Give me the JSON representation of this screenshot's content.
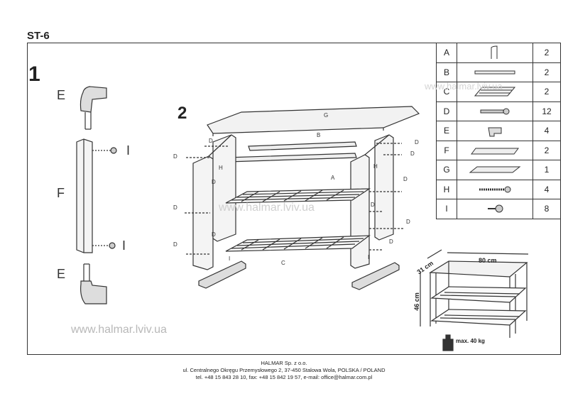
{
  "model": "ST-6",
  "steps": {
    "step1": "1",
    "step2": "2"
  },
  "step1_labels": {
    "e_top": "E",
    "f": "F",
    "e_bottom": "E",
    "i_top": "I",
    "i_bottom": "I"
  },
  "step2_labels": {
    "g": "G",
    "b": "B",
    "a": "A",
    "c": "C",
    "d": "D",
    "h": "H",
    "i": "I"
  },
  "parts": [
    {
      "code": "A",
      "qty": "2",
      "icon": "bracket-icon"
    },
    {
      "code": "B",
      "qty": "2",
      "icon": "rail-icon"
    },
    {
      "code": "C",
      "qty": "2",
      "icon": "mesh-shelf-icon"
    },
    {
      "code": "D",
      "qty": "12",
      "icon": "bolt-icon"
    },
    {
      "code": "E",
      "qty": "4",
      "icon": "foot-cap-icon"
    },
    {
      "code": "F",
      "qty": "2",
      "icon": "side-panel-icon"
    },
    {
      "code": "G",
      "qty": "1",
      "icon": "seat-board-icon"
    },
    {
      "code": "H",
      "qty": "4",
      "icon": "screw-icon"
    },
    {
      "code": "I",
      "qty": "8",
      "icon": "small-screw-icon"
    }
  ],
  "dimensions": {
    "width": "80 cm",
    "depth": "31 cm",
    "height": "46 cm",
    "max_load": "max. 40 kg"
  },
  "watermarks": {
    "main": "www.halmar.lviv.ua"
  },
  "footer": {
    "line1": "HALMAR Sp. z o.o.",
    "line2": "ul. Centralnego Okręgu Przemysłowego 2, 37-450 Stalowa Wola, POLSKA / POLAND",
    "line3": "tel. +48 15 843 28 10, fax: +48 15 842 19 57, e-mail: office@halmar.com.pl"
  }
}
